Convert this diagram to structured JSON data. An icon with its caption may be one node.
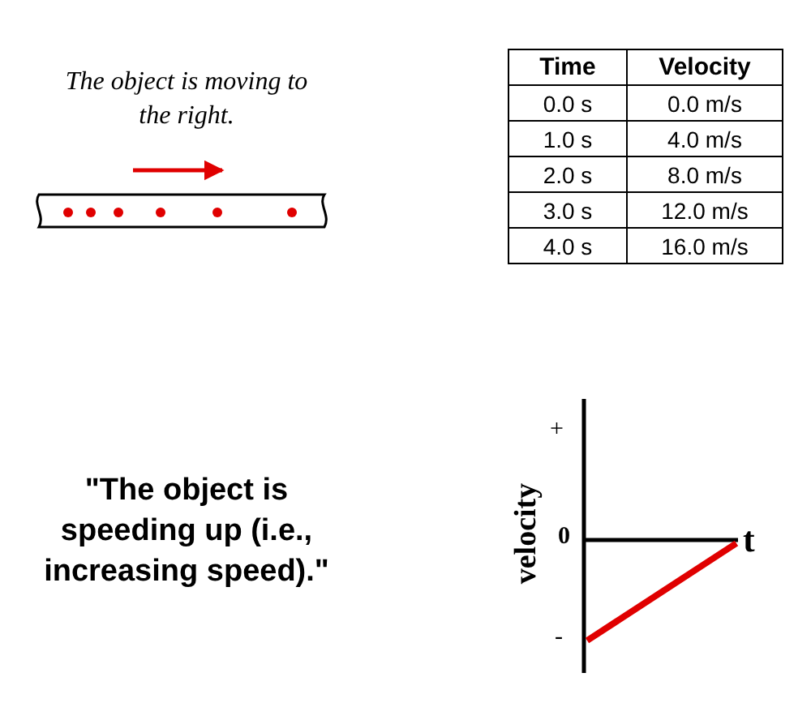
{
  "diagram": {
    "labels": [
      "The object is moving to the right.",
      "Time",
      "Velocity",
      "0.0 s",
      "0.0 m/s",
      "1.0 s",
      "4.0 m/s",
      "2.0 s",
      "8.0 m/s",
      "3.0 s",
      "12.0 m/s",
      "4.0 s",
      "16.0 m/s",
      "\"The object is speeding up (i.e., increasing speed).\"",
      "+",
      "velocity",
      "0",
      "t",
      "-"
    ]
  }
}
